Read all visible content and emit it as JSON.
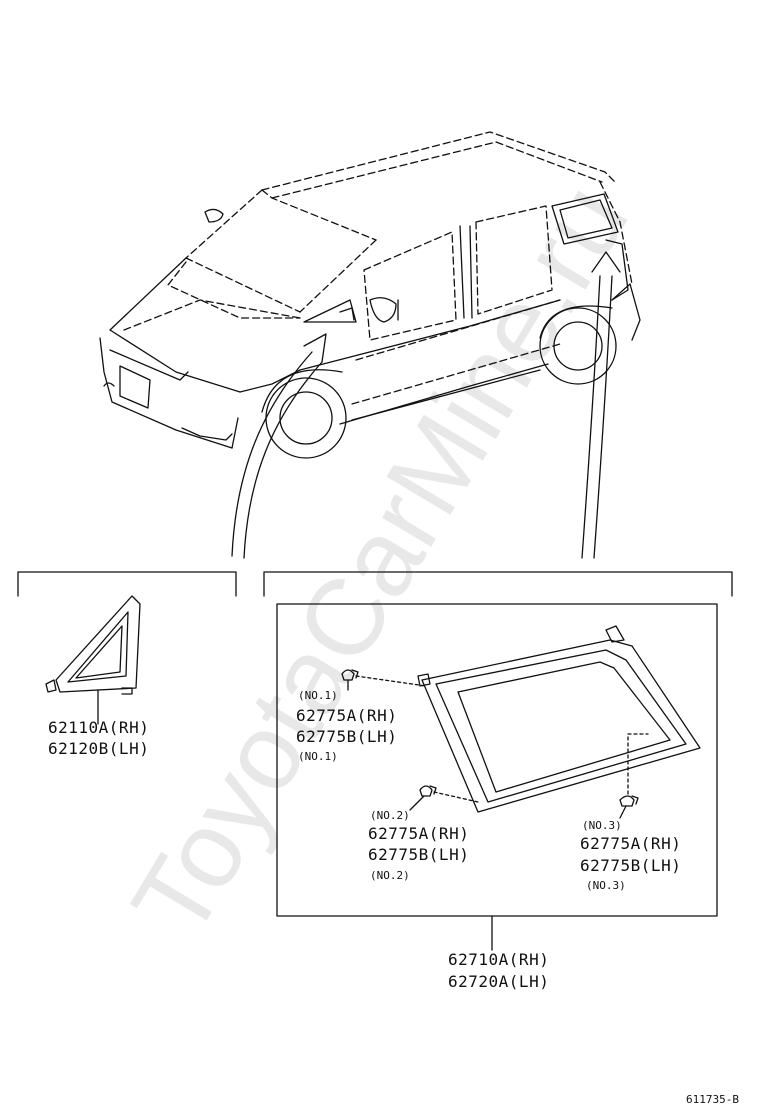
{
  "watermark": "ToyotaCarMine.ru",
  "figure_code": "611735-B",
  "quarter_window": {
    "part_rh": "62110A(RH)",
    "part_lh": "62120B(LH)"
  },
  "back_window": {
    "part_rh": "62710A(RH)",
    "part_lh": "62720A(LH)",
    "clips": [
      {
        "no_top": "(NO.1)",
        "rh": "62775A(RH)",
        "lh": "62775B(LH)",
        "no_bottom": "(NO.1)"
      },
      {
        "no_top": "(NO.2)",
        "rh": "62775A(RH)",
        "lh": "62775B(LH)",
        "no_bottom": "(NO.2)"
      },
      {
        "no_top": "(NO.3)",
        "rh": "62775A(RH)",
        "lh": "62775B(LH)",
        "no_bottom": "(NO.3)"
      }
    ]
  },
  "colors": {
    "line": "#111111",
    "watermark": "#d2d2d2",
    "background": "#ffffff"
  }
}
